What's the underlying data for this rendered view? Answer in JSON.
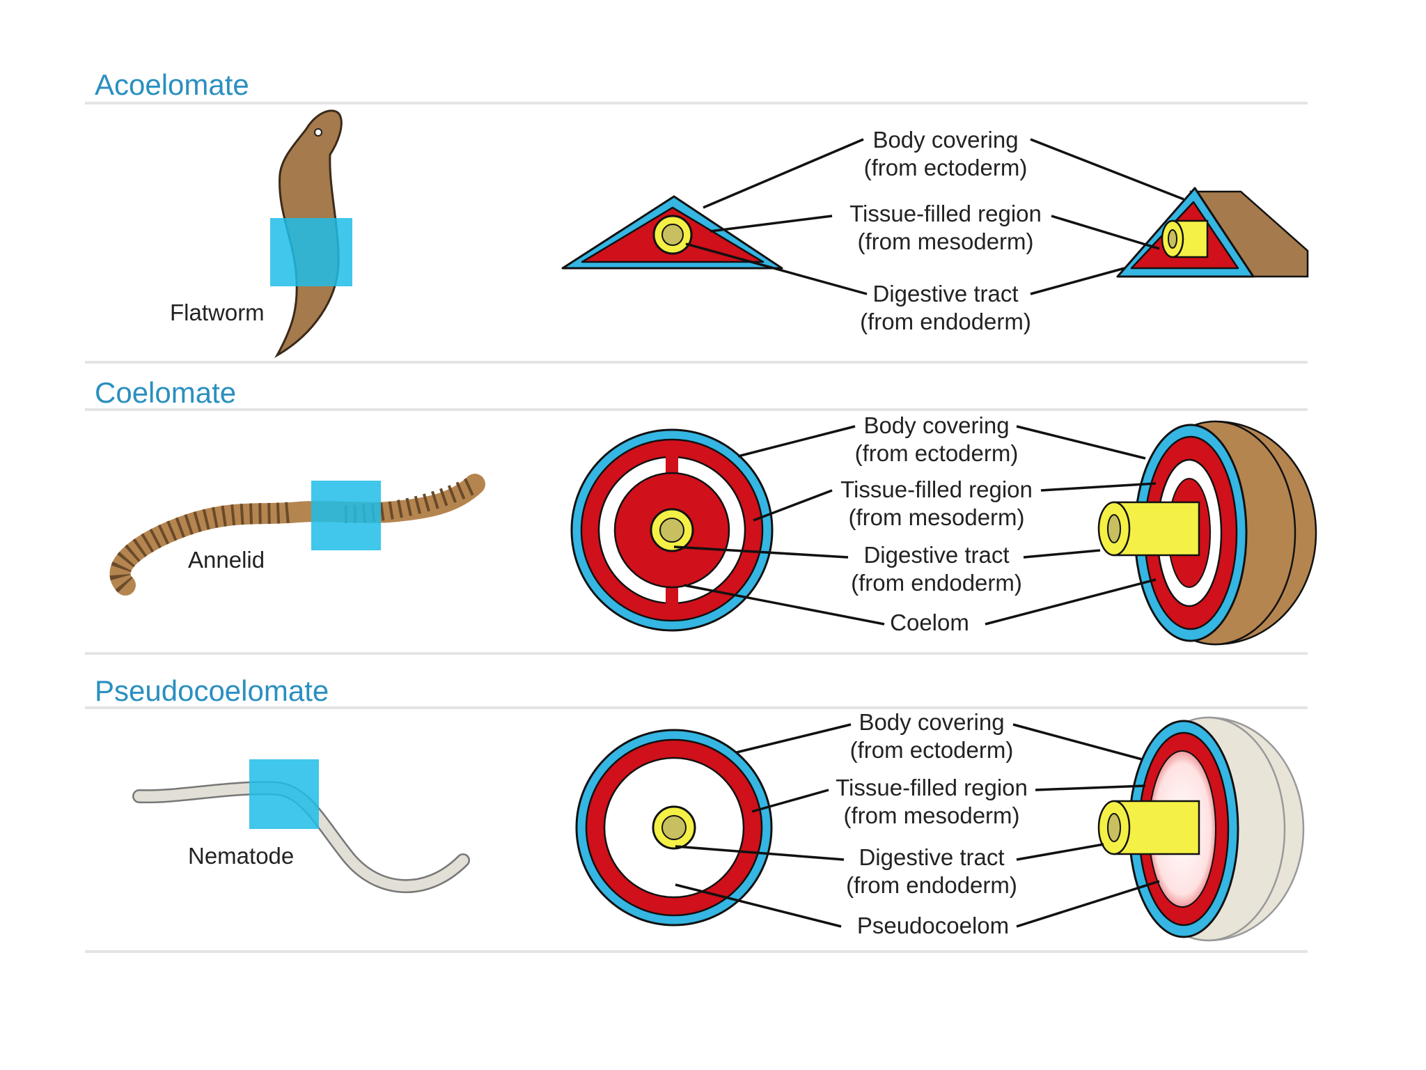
{
  "colors": {
    "ectoderm": "#35b6e3",
    "mesoderm": "#d0101a",
    "endoderm": "#f4f046",
    "gut_inner": "#c8c060",
    "flatworm": "#a57a4c",
    "annelid": "#b58550",
    "nematode": "#e2dfd6",
    "highlight": "#1fbde8",
    "title": "#2a8fc0",
    "cavity": "#ffffff"
  },
  "sections": [
    {
      "title": "Acoelomate",
      "organism": "Flatworm",
      "labels": [
        {
          "line1": "Body covering",
          "line2": "(from ectoderm)"
        },
        {
          "line1": "Tissue-filled region",
          "line2": "(from mesoderm)"
        },
        {
          "line1": "Digestive tract",
          "line2": "(from endoderm)"
        }
      ]
    },
    {
      "title": "Coelomate",
      "organism": "Annelid",
      "labels": [
        {
          "line1": "Body covering",
          "line2": "(from ectoderm)"
        },
        {
          "line1": "Tissue-filled region",
          "line2": "(from mesoderm)"
        },
        {
          "line1": "Digestive tract",
          "line2": "(from endoderm)"
        },
        {
          "line1": "Coelom",
          "line2": ""
        }
      ]
    },
    {
      "title": "Pseudocoelomate",
      "organism": "Nematode",
      "labels": [
        {
          "line1": "Body covering",
          "line2": "(from ectoderm)"
        },
        {
          "line1": "Tissue-filled region",
          "line2": "(from mesoderm)"
        },
        {
          "line1": "Digestive tract",
          "line2": "(from endoderm)"
        },
        {
          "line1": "Pseudocoelom",
          "line2": ""
        }
      ]
    }
  ]
}
